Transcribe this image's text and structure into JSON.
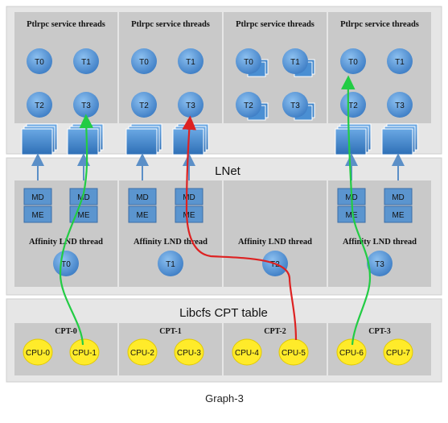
{
  "colors": {
    "band": "#e6e6e6",
    "group": "#c9c9c9",
    "thread": "#4f8fd0",
    "cpu": "#ffeb2a",
    "queue": "#3f84c9",
    "mdme": "#5b95cf",
    "path_green": "#22cc44",
    "path_red": "#dd2222"
  },
  "service": {
    "title": "Ptlrpc service threads",
    "groups": [
      {
        "threads": [
          "T0",
          "T1",
          "T2",
          "T3"
        ],
        "stacked": false
      },
      {
        "threads": [
          "T0",
          "T1",
          "T2",
          "T3"
        ],
        "stacked": false
      },
      {
        "threads": [
          "T0",
          "T1",
          "T2",
          "T3"
        ],
        "stacked": true
      },
      {
        "threads": [
          "T0",
          "T1",
          "T2",
          "T3"
        ],
        "stacked": false
      }
    ]
  },
  "lnet": {
    "title": "LNet",
    "affinity_label": "Affinity LND thread",
    "md_label": "MD",
    "me_label": "ME",
    "lnd_threads": [
      "T0",
      "T1",
      "T2",
      "T3"
    ]
  },
  "libcfs": {
    "title": "Libcfs CPT table",
    "cpts": [
      {
        "name": "CPT-0",
        "cpus": [
          "CPU-0",
          "CPU-1"
        ]
      },
      {
        "name": "CPT-1",
        "cpus": [
          "CPU-2",
          "CPU-3"
        ]
      },
      {
        "name": "CPT-2",
        "cpus": [
          "CPU-4",
          "CPU-5"
        ]
      },
      {
        "name": "CPT-3",
        "cpus": [
          "CPU-6",
          "CPU-7"
        ]
      }
    ]
  },
  "caption": "Graph-3"
}
